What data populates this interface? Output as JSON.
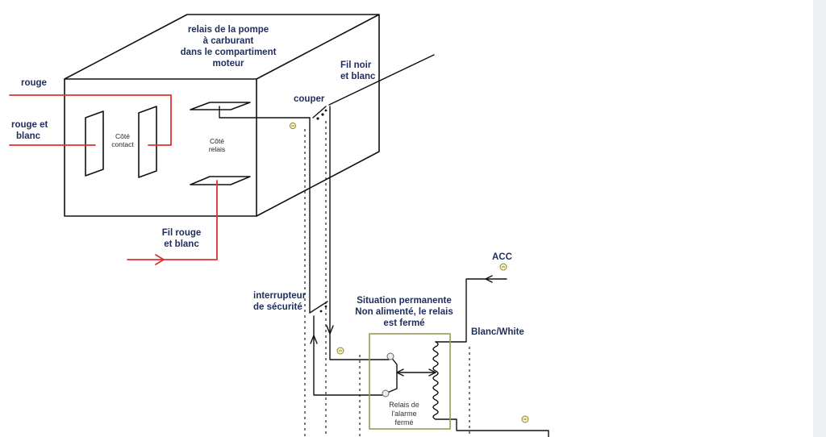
{
  "colors": {
    "wire_black": "#111111",
    "wire_red": "#e03030",
    "label_blue": "#1f2d5a",
    "relay_box": "#9a9a5a",
    "terminal": "#8a8a2a"
  },
  "labels": {
    "pump_relay_title": [
      "relais de la pompe",
      "à carburant",
      "dans le compartiment",
      "moteur"
    ],
    "rouge": "rouge",
    "rouge_et_blanc": [
      "rouge et",
      "blanc"
    ],
    "cote_contact": [
      "Côté",
      "contact"
    ],
    "cote_relais": [
      "Côté",
      "relais"
    ],
    "fil_rouge_et_blanc": [
      "Fil rouge",
      "et blanc"
    ],
    "fil_noir_et_blanc": [
      "Fil noir",
      "et blanc"
    ],
    "couper": "couper",
    "acc": "ACC",
    "interrupteur": [
      "interrupteur",
      "de sécurité"
    ],
    "situation": [
      "Situation permanente",
      "Non alimenté, le relais",
      "est fermé"
    ],
    "blanc_white": "Blanc/White",
    "relais_alarme": [
      "Relais de",
      "l'alarme",
      "fermé"
    ]
  }
}
